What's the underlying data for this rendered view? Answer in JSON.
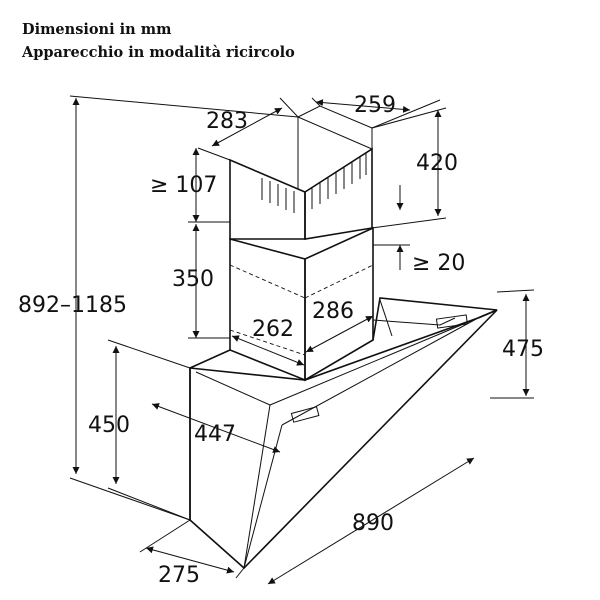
{
  "header": {
    "line1": "Dimensioni in mm",
    "line2": "Apparecchio in modalità ricircolo"
  },
  "dimensions": {
    "chimney_top_depth": "283",
    "chimney_top_width": "259",
    "chimney_upper_height": "420",
    "min_top_gap": "≥ 107",
    "chimney_lower_height": "350",
    "min_side_gap": "≥ 20",
    "total_height": "892–1185",
    "base_depth": "262",
    "base_width": "286",
    "glass_height": "475",
    "body_height": "450",
    "body_depth": "447",
    "hood_width": "890",
    "bottom_depth": "275"
  }
}
